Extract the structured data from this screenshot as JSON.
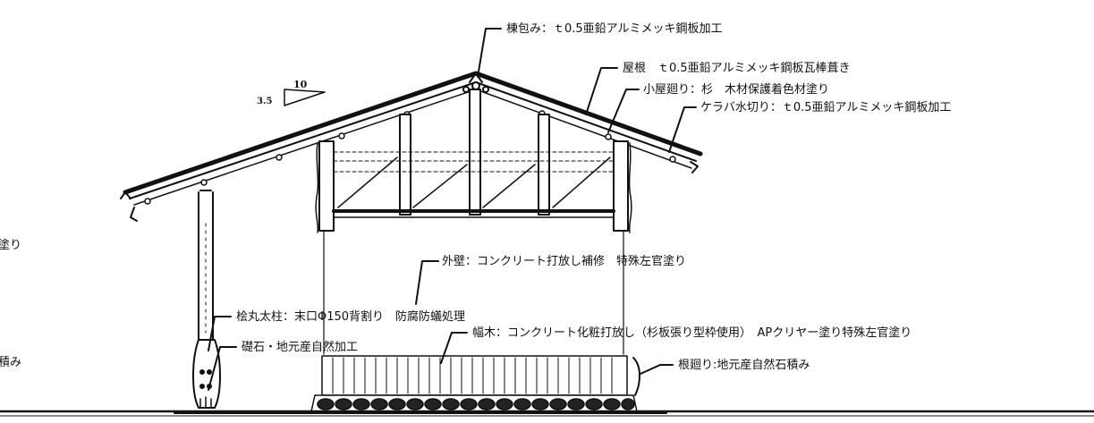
{
  "annotations": {
    "ridge_cover": "棟包み：ｔ0.5亜鉛アルミメッキ鋼板加工",
    "roof": "屋根　ｔ0.5亜鉛アルミメッキ鋼板瓦棒葺き",
    "eave_trim": "小屋廻り：杉　木材保護着色材塗り",
    "verge_flashing": "ケラバ水切り：ｔ0.5亜鉛アルミメッキ鋼板加工",
    "exterior_wall": "外壁：コンクリート打放し補修　特殊左官塗り",
    "log_column": "桧丸太柱：末口Φ150背割り　防腐防蟻処理",
    "skirting": "幅木：コンクリート化粧打放し（杉板張り型枠使用）　APクリヤー塗り特殊左官塗り",
    "foundation_stone": "礎石・地元産自然加工",
    "base_wall": "根廻り:地元産自然石積み",
    "cut_left_1": "塗り",
    "cut_left_2": "積み"
  },
  "slope_mark": {
    "rise": "3.5",
    "run": "10"
  }
}
